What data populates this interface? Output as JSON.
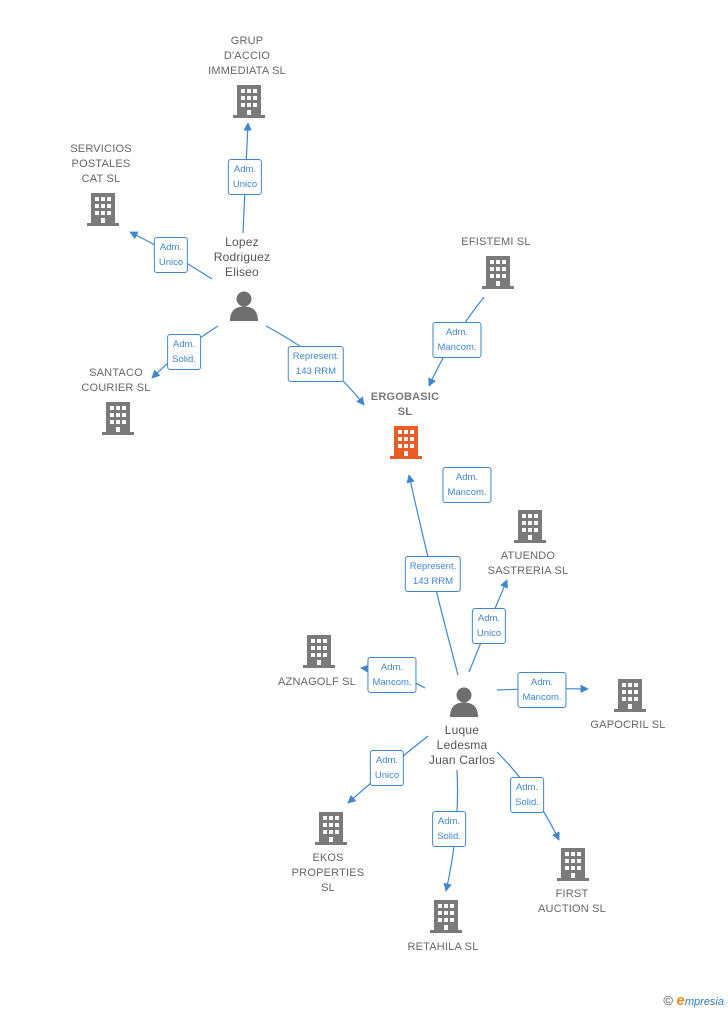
{
  "colors": {
    "edge": "#3f86d3",
    "company": "#7a7a7a",
    "main_company": "#ee5a24",
    "person": "#6f6f6f"
  },
  "nodes": {
    "grup_daccio": {
      "label": "GRUP\nD'ACCIO\nIMMEDIATA SL",
      "icon": "building-icon"
    },
    "servicios_postales": {
      "label": "SERVICIOS\nPOSTALES\nCAT  SL",
      "icon": "building-icon"
    },
    "lopez": {
      "label": "Lopez\nRodriguez\nEliseo",
      "icon": "person-icon"
    },
    "efistemi": {
      "label": "EFISTEMI  SL",
      "icon": "building-icon"
    },
    "santaco": {
      "label": "SANTACO\nCOURIER  SL",
      "icon": "building-icon"
    },
    "ergobasic": {
      "label": "ERGOBASIC\nSL",
      "icon": "building-icon"
    },
    "atuendo": {
      "label": "ATUENDO\nSASTRERIA  SL",
      "icon": "building-icon"
    },
    "aznagolf": {
      "label": "AZNAGOLF  SL",
      "icon": "building-icon"
    },
    "gapocril": {
      "label": "GAPOCRIL  SL",
      "icon": "building-icon"
    },
    "luque": {
      "label": "Luque\nLedesma\nJuan Carlos",
      "icon": "person-icon"
    },
    "ekos": {
      "label": "EKOS\nPROPERTIES\nSL",
      "icon": "building-icon"
    },
    "retahila": {
      "label": "RETAHILA  SL",
      "icon": "building-icon"
    },
    "first_auction": {
      "label": "FIRST\nAUCTION SL",
      "icon": "building-icon"
    }
  },
  "edges": {
    "lopez_grup": "Adm.\nUnico",
    "lopez_servicios": "Adm.\nUnico",
    "lopez_santaco": "Adm.\nSolid.",
    "lopez_ergobasic": "Represent.\n143 RRM",
    "efistemi_ergobasic": "Adm.\nMancom.",
    "luque_ergobasic_adm": "Adm.\nMancom.",
    "luque_ergobasic_rep": "Represent.\n143 RRM",
    "luque_atuendo": "Adm.\nUnico",
    "luque_aznagolf": "Adm.\nMancom.",
    "luque_gapocril": "Adm.\nMancom.",
    "luque_ekos": "Adm.\nUnico",
    "luque_retahila": "Adm.\nSolid.",
    "luque_first": "Adm.\nSolid."
  },
  "footer": {
    "copyright": "©",
    "brand_initial": "e",
    "brand_rest": "mpresia"
  }
}
